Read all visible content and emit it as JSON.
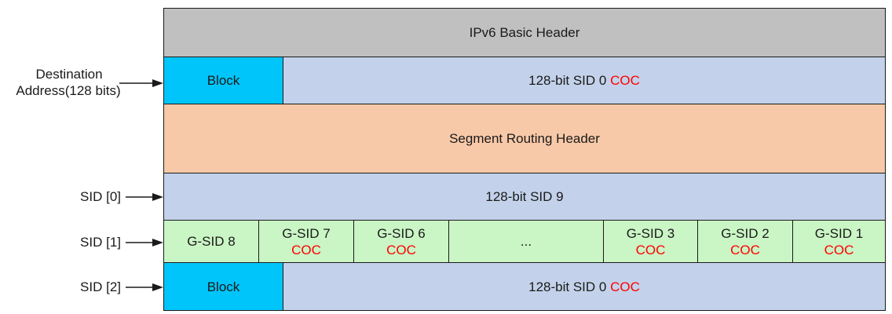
{
  "ipv6_header": "IPv6 Basic Header",
  "da_row": {
    "block": "Block",
    "sid_text": "128-bit SID 0",
    "coc": "COC"
  },
  "srh": "Segment Routing Header",
  "sid0_row": {
    "text": "128-bit SID 9"
  },
  "sid1_row": {
    "cells": [
      {
        "name": "G-SID 8",
        "coc": ""
      },
      {
        "name": "G-SID 7",
        "coc": "COC"
      },
      {
        "name": "G-SID 6",
        "coc": "COC"
      },
      {
        "name": "...",
        "coc": ""
      },
      {
        "name": "G-SID 3",
        "coc": "COC"
      },
      {
        "name": "G-SID 2",
        "coc": "COC"
      },
      {
        "name": "G-SID 1",
        "coc": "COC"
      }
    ]
  },
  "sid2_row": {
    "block": "Block",
    "sid_text": "128-bit SID 0",
    "coc": "COC"
  },
  "labels": {
    "destination_line1": "Destination",
    "destination_line2": "Address(128 bits)",
    "sid0": "SID [0]",
    "sid1": "SID [1]",
    "sid2": "SID [2]"
  },
  "colors": {
    "header_gray": "#c0c0c0",
    "block_blue": "#00c5fa",
    "sid_lavender": "#c3d2ea",
    "srh_peach": "#f8c9a8",
    "gsid_green": "#caf5c5",
    "coc_red": "#ff0000"
  }
}
